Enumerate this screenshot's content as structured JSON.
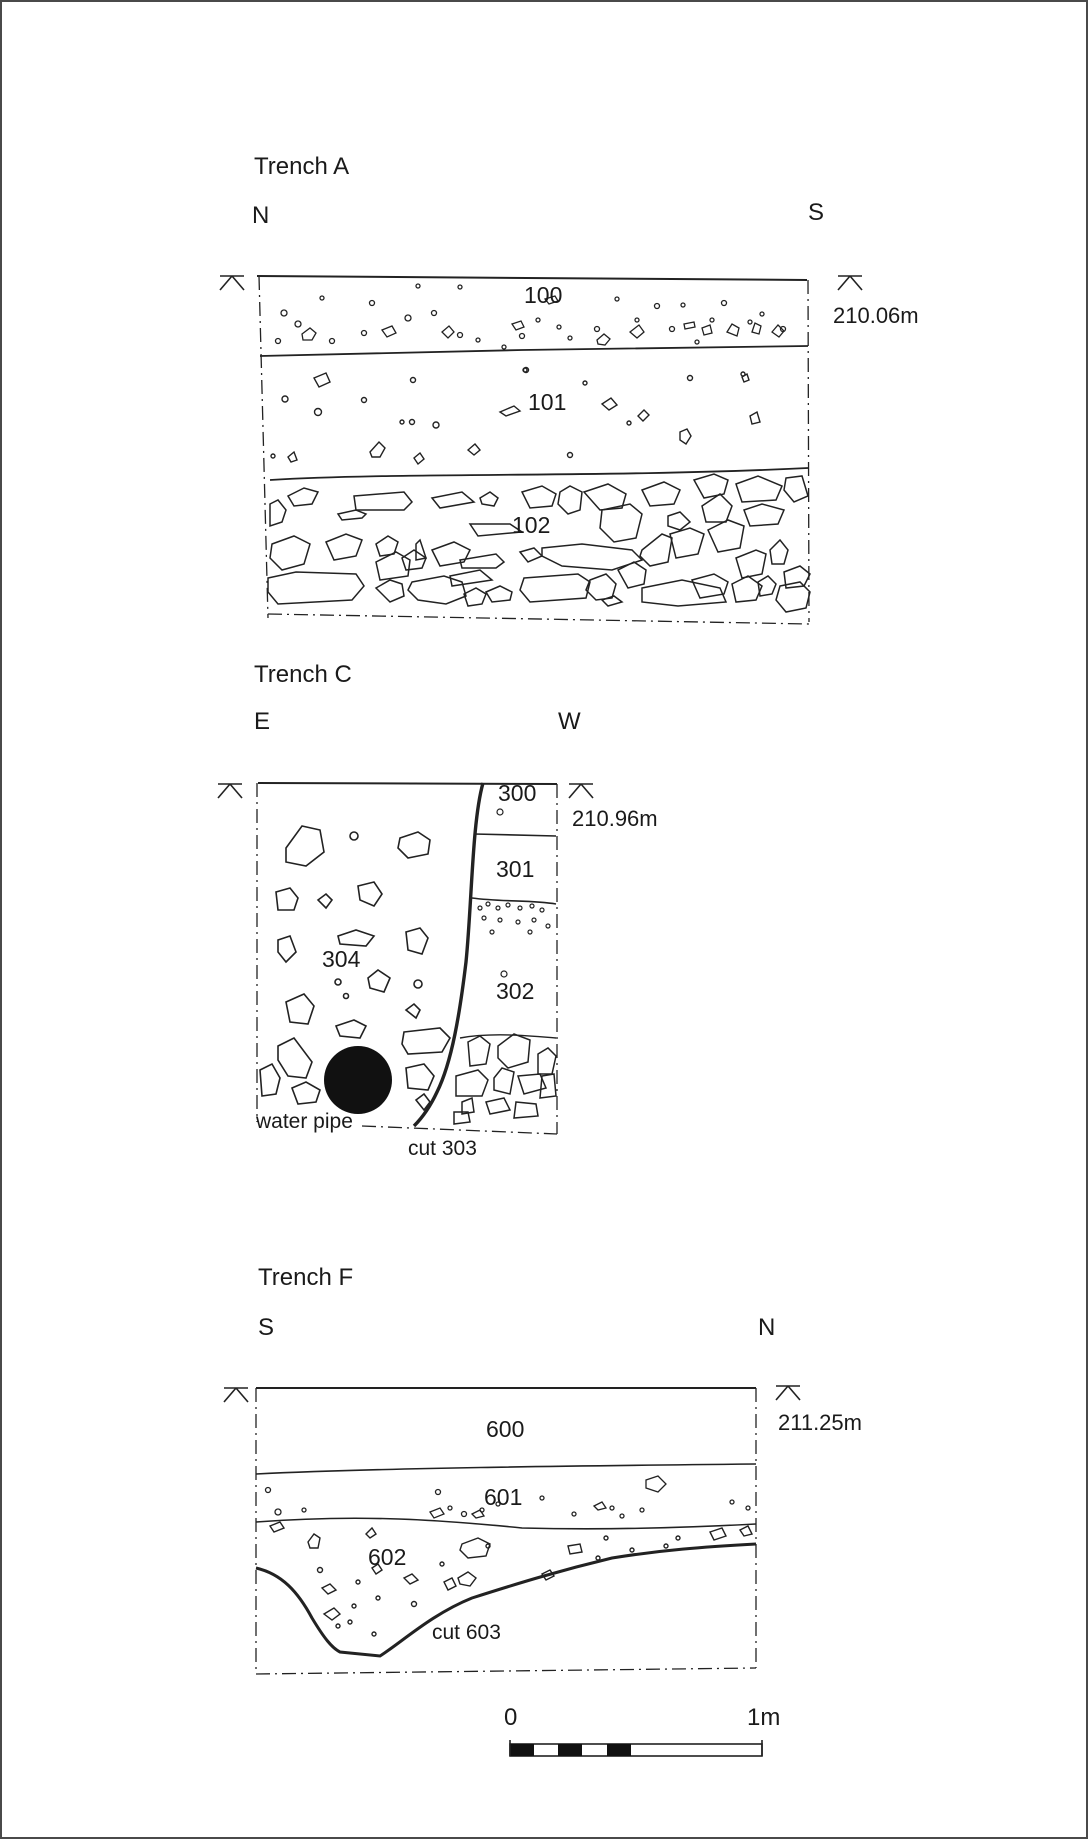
{
  "trenches": [
    {
      "id": "A",
      "title": "Trench A",
      "orientation": {
        "left": "N",
        "right": "S"
      },
      "datum_level": "210.06m",
      "contexts": [
        "100",
        "101",
        "102"
      ]
    },
    {
      "id": "C",
      "title": "Trench C",
      "orientation": {
        "left": "E",
        "right": "W"
      },
      "datum_level": "210.96m",
      "contexts": [
        "300",
        "301",
        "302",
        "304"
      ],
      "annotations": {
        "feature": "water pipe",
        "cut": "cut 303"
      }
    },
    {
      "id": "F",
      "title": "Trench F",
      "orientation": {
        "left": "S",
        "right": "N"
      },
      "datum_level": "211.25m",
      "contexts": [
        "600",
        "601",
        "602"
      ],
      "annotations": {
        "cut": "cut 603"
      }
    }
  ],
  "scale_bar": {
    "start_label": "0",
    "end_label": "1m"
  }
}
